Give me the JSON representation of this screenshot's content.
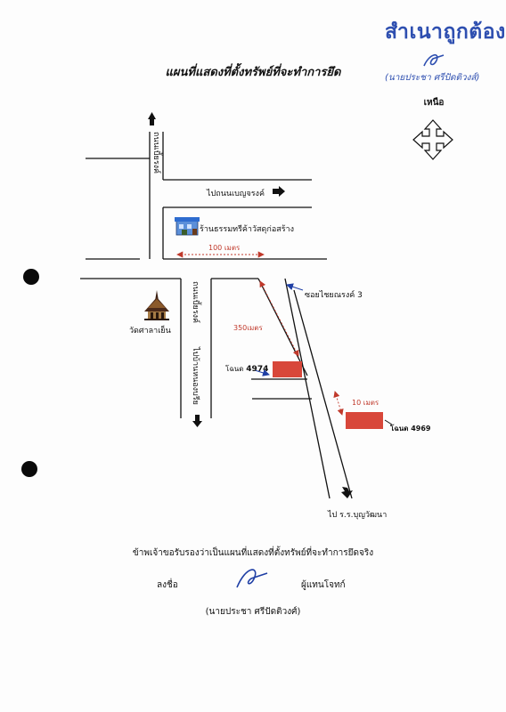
{
  "stamp": {
    "text": "สำเนาถูกต้อง",
    "signer": "(นายประชา ศรีปัดติวงส์)"
  },
  "title": "แผนที่แสดงที่ตั้งทรัพย์ที่จะทำการยึด",
  "north_label": "เหนือ",
  "roads": {
    "v_upper": "ถนนเบี้ยรงค์",
    "v_lower_1": "ถนนเบี้ยรงค์",
    "v_lower_2": "ไปบ้านหนองบรีย",
    "to_boon": "ไปถนนเบญจรงค์",
    "soi": "ซอยไชยณรงค์ 3",
    "to_hospital": "ไป ร.ร.บุญวัฒนา"
  },
  "landmarks": {
    "shop": "ร้านธรรมทรีค้าวัสดุก่อสร้าง",
    "temple": "วัดศาลาเย็น"
  },
  "distances": {
    "d100": "100 เมตร",
    "d350": "350เมตร",
    "d10": "10 เมตร"
  },
  "parcels": {
    "p1_prefix": "โฉนด",
    "p1_no": "4974",
    "p2_label": "โฉนด 4969"
  },
  "footer": {
    "certify": "ข้าพเจ้าขอรับรองว่าเป็นแผนที่แสดงที่ตั้งทรัพย์ที่จะทำการยึดจริง",
    "sign": "ลงชื่อ",
    "role": "ผู้แทนโจทก์",
    "name": "(นายประชา ศรีปัดติวงศ์)"
  },
  "colors": {
    "parcel": "#d8473a",
    "distance": "#c0392b",
    "ink": "#111111",
    "stamp_blue": "#2e4fb0"
  },
  "icons": [
    "north-compass-icon",
    "shop-building-icon",
    "temple-icon",
    "arrow-icons"
  ]
}
